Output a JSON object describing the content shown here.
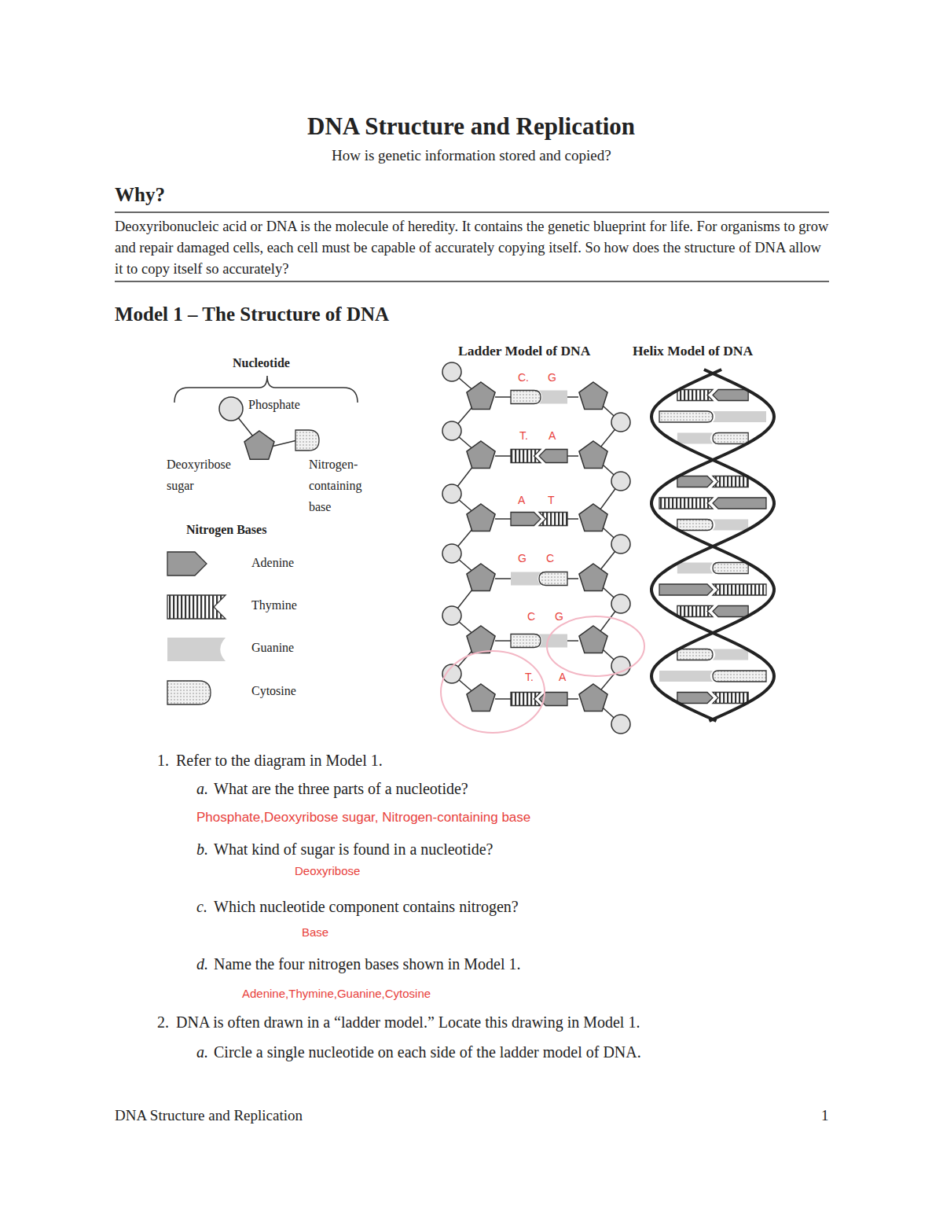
{
  "diagram": {
    "title": "DNA Structure and Replication",
    "labels": [
      "How is genetic information stored and copied?",
      "Why?",
      "Deoxyribonucleic acid or DNA is the molecule of heredity. It contains the genetic blueprint for life. For organisms to grow and repair damaged cells, each cell must be capable of accurately copying itself. So how does the structure of DNA allow it to copy itself so accurately?",
      "Model 1 – The Structure of DNA",
      "Nucleotide",
      "Phosphate",
      "Deoxyribose sugar",
      "Nitrogen-containing base",
      "Ladder Model of DNA",
      "Helix Model of DNA",
      "C.",
      "G",
      "T.",
      "A",
      "A",
      "T",
      "G",
      "C",
      "C",
      "G",
      "T.",
      "A",
      "Nitrogen Bases",
      "Adenine",
      "Thymine",
      "Guanine",
      "Cytosine",
      "1.",
      "Refer to the diagram in Model 1.",
      "a.",
      "What are the three parts of a nucleotide?",
      "Phosphate,Deoxyribose sugar, Nitrogen-containing base",
      "b.",
      "What kind of sugar is found in a nucleotide?",
      "Deoxyribose",
      "c.",
      "Which nucleotide component contains nitrogen?",
      "Base",
      "d.",
      "Name the four nitrogen bases shown in Model 1.",
      "Adenine,Thymine,Guanine,Cytosine",
      "2.",
      "DNA is often drawn in a “ladder model.” Locate this drawing in Model 1.",
      "a.",
      "Circle a single nucleotide on each side of the ladder model of DNA.",
      "DNA Structure and Replication",
      "1"
    ]
  }
}
